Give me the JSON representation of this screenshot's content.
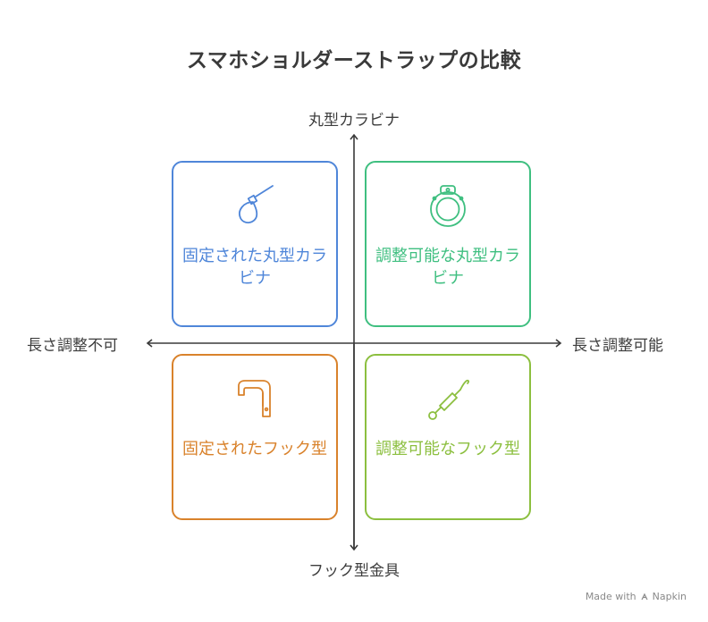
{
  "title": "スマホショルダーストラップの比較",
  "axes": {
    "top": "丸型カラビナ",
    "bottom": "フック型金具",
    "left": "長さ調整不可",
    "right": "長さ調整可能"
  },
  "quadrants": [
    {
      "position": "top-left",
      "label": "固定された丸型カラビナ",
      "icon": "round-carabiner-icon",
      "color": "#4f86d9"
    },
    {
      "position": "top-right",
      "label": "調整可能な丸型カラビナ",
      "icon": "adjustable-carabiner-icon",
      "color": "#3fbf80"
    },
    {
      "position": "bottom-left",
      "label": "固定されたフック型",
      "icon": "fixed-hook-icon",
      "color": "#d9822b"
    },
    {
      "position": "bottom-right",
      "label": "調整可能なフック型",
      "icon": "adjustable-hook-icon",
      "color": "#8cbf3f"
    }
  ],
  "footer": {
    "made_with": "Made with",
    "brand": "Napkin"
  }
}
